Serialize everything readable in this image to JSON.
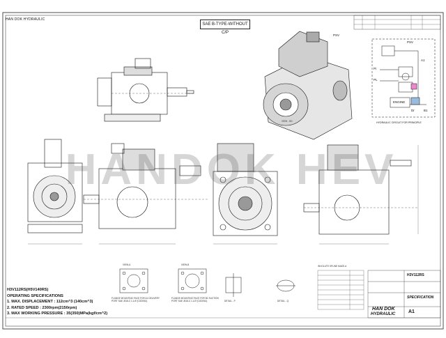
{
  "drawing": {
    "title": "SAE B-TYPE-WITHOUT C/P",
    "watermark": "HANDOK HEV",
    "company_top": "HAN DOK HYDRAULIC",
    "views": {
      "psv_tag": "PSV",
      "view_caption": "VIEW - DD"
    },
    "specs": {
      "model": "H3V112RS(H5V140RS)",
      "heading": "OPERATING SPECIFICATIONS",
      "line1": "1. MAX. DISPLACEMENT : 112cm^3 (140cm^3)",
      "line2": "2. RATED SPEED : 2300rpm(2150rpm)",
      "line3": "3. MAX WORKING PRESSURE : 35(350)MPa(kgf/cm^2)"
    },
    "hydraulic": {
      "caption": "HYDRAULIC CIRCUIT FOR PRINCIPLE",
      "labels": {
        "psv": "PSV",
        "a1": "A1",
        "pi": "Pi",
        "pl": "PL",
        "engine": "ENGINE",
        "dr": "Dr",
        "b1": "B1"
      }
    },
    "details": {
      "view_a": "VIEW-A",
      "view_b": "VIEW-B",
      "detail_p": "DETAIL - P",
      "detail_q": "DETAIL - Q",
      "flange1": "FLANGE MOUNTING FACE FOR A1 DELIVERY PORT SAE J518-C 1-1/4\"(CODE61)",
      "flange2": "FLANGE MOUNTING FACE FOR B1 SUCTION PORT SAE J518-C 1-1/2\"(CODE61)",
      "spline_title": "INVOLUTE SPLINE MAKE-A"
    },
    "title_block": {
      "brand": "HAN DOK",
      "brand2": "HYDRAULIC",
      "doc_label": "SPECIFICATION",
      "size": "A1",
      "sheet_tag": "H3V112RS"
    }
  }
}
